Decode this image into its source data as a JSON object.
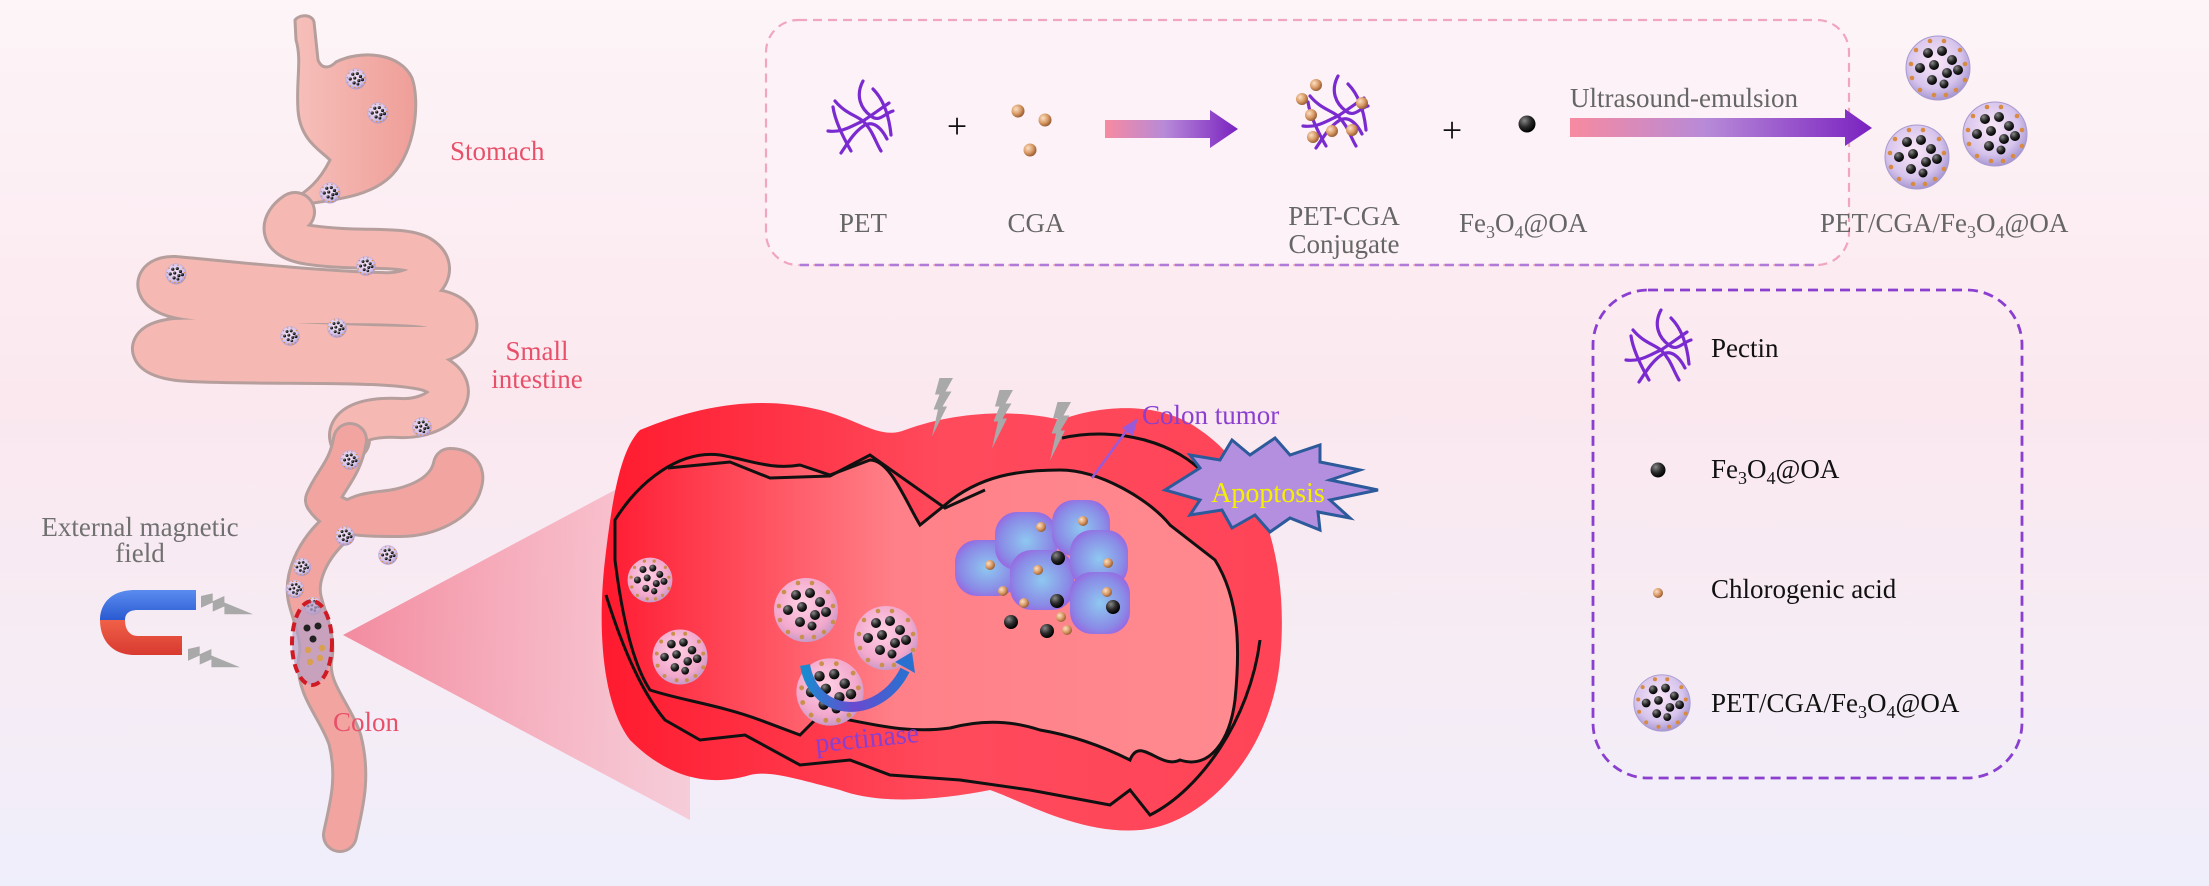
{
  "title": "Schematic of PET/CGA/Fe3O4@OA nanoparticle synthesis and magnetically targeted colon tumor delivery",
  "colors": {
    "pectin_purple": "#7a2bd0",
    "cga_bead": "#d89a6a",
    "fe3o4_black": "#222222",
    "gi_tract": "#f3a7a2",
    "colon_red": "#ff4656",
    "tumor_cell": "#9a7fe0",
    "apoptosis_fill": "#b48fe0",
    "apoptosis_text": "#f5f000",
    "organ_label": "#e8506a",
    "synthesis_box_border_top": "#f3a3bd",
    "synthesis_box_border_bottom": "#b07ad8",
    "legend_box_border": "#8a3fd0"
  },
  "synthesis": {
    "steps": [
      {
        "id": "pet",
        "label": "PET"
      },
      {
        "id": "plus1",
        "label": "+"
      },
      {
        "id": "cga",
        "label": "CGA"
      },
      {
        "id": "conjugate",
        "label_line1": "PET-CGA",
        "label_line2": "Conjugate"
      },
      {
        "id": "plus2",
        "label": "+"
      },
      {
        "id": "fe3o4",
        "label_main": "Fe",
        "sub1": "3",
        "mid": "O",
        "sub2": "4",
        "suffix": "@OA"
      },
      {
        "id": "product",
        "label_prefix": "PET/CGA/Fe",
        "sub1": "3",
        "mid": "O",
        "sub2": "4",
        "suffix": "@OA"
      }
    ],
    "arrow2_label": "Ultrasound-emulsion"
  },
  "legend": {
    "items": [
      {
        "icon": "pectin-icon",
        "label": "Pectin"
      },
      {
        "icon": "fe3o4-particle-icon",
        "label_main": "Fe",
        "sub1": "3",
        "mid": "O",
        "sub2": "4",
        "suffix": "@OA"
      },
      {
        "icon": "cga-bead-icon",
        "label": "Chlorogenic acid"
      },
      {
        "icon": "nanoparticle-icon",
        "label_prefix": "PET/CGA/Fe",
        "sub1": "3",
        "mid": "O",
        "sub2": "4",
        "suffix": "@OA"
      }
    ]
  },
  "gi_tract": {
    "stomach": "Stomach",
    "small_intestine_line1": "Small",
    "small_intestine_line2": "intestine",
    "colon": "Colon"
  },
  "magnet": {
    "label_line1": "External magnetic",
    "label_line2": "field"
  },
  "colon_detail": {
    "tumor_label": "Colon tumor",
    "apoptosis_label": "Apoptosis",
    "enzyme_label": "pectinase"
  }
}
